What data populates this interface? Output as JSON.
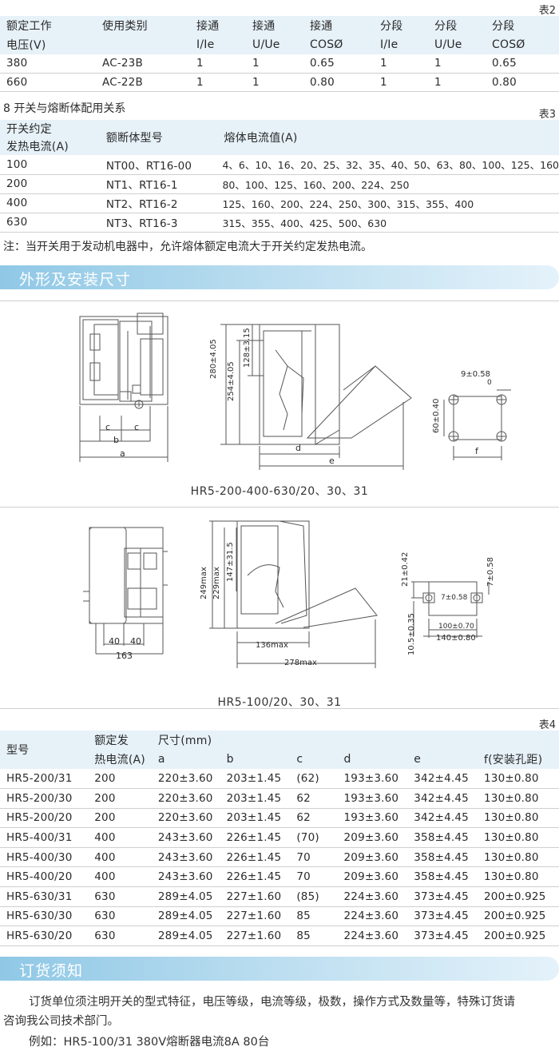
{
  "table2": {
    "tag": "表2",
    "header_top": [
      "额定工作",
      "使用类别",
      "接通",
      "接通",
      "接通",
      "分段",
      "分段",
      "分段"
    ],
    "header_bottom": [
      "电压(V)",
      "",
      "I/Ie",
      "U/Ue",
      "COSØ",
      "I/Ie",
      "U/Ue",
      "COSØ"
    ],
    "rows": [
      [
        "380",
        "AC-23B",
        "1",
        "1",
        "0.65",
        "1",
        "1",
        "0.65"
      ],
      [
        "660",
        "AC-22B",
        "1",
        "1",
        "0.80",
        "1",
        "1",
        "0.80"
      ]
    ]
  },
  "table3": {
    "title": "8 开关与熔断体配用关系",
    "tag": "表3",
    "header": [
      "开关约定",
      "发热电流(A)",
      "额断体型号",
      "熔体电流值(A)"
    ],
    "rows": [
      [
        "100",
        "NT00、RT16-00",
        "4、6、10、16、20、25、32、35、40、50、63、80、100、125、160"
      ],
      [
        "200",
        "NT1、RT16-1",
        "80、100、125、160、200、224、250"
      ],
      [
        "400",
        "NT2、RT16-2",
        "125、160、200、224、250、300、315、355、400"
      ],
      [
        "630",
        "NT3、RT16-3",
        "315、355、400、425、500、630"
      ]
    ],
    "note": "注：当开关用于发动机电器中，允许熔体额定电流大于开关约定发热电流。"
  },
  "section1": {
    "title": "外形及安装尺寸"
  },
  "drawing1": {
    "caption": "HR5-200-400-630/20、30、31",
    "labels": {
      "c1": "c",
      "c2": "c",
      "b": "b",
      "a": "a",
      "h280": "280±4.05",
      "h254": "254±4.05",
      "h128": "128±3.15",
      "d": "d",
      "e": "e",
      "w9": "9±0.58",
      "zero": "0",
      "h60": "60±0.40",
      "f": "f"
    }
  },
  "drawing2": {
    "caption": "HR5-100/20、30、31",
    "labels": {
      "w40a": "40",
      "w40b": "40",
      "w163": "163",
      "h249": "249max",
      "h229": "229max",
      "h147": "147±31.5",
      "w136": "136max",
      "w278": "278max",
      "h21": "21±0.42",
      "h7": "7±0.58",
      "w7": "7±0.58",
      "w100": "100±0.70",
      "w140": "140±0.80",
      "h105": "10.5±0.35"
    }
  },
  "table4": {
    "tag": "表4",
    "header": {
      "model": "型号",
      "rated1": "额定发",
      "rated2": "热电流(A)",
      "size": "尺寸(mm)",
      "cols": [
        "a",
        "b",
        "c",
        "d",
        "e",
        "f(安装孔距)"
      ]
    },
    "rows": [
      [
        "HR5-200/31",
        "200",
        "220±3.60",
        "203±1.45",
        "(62)",
        "193±3.60",
        "342±4.45",
        "130±0.80"
      ],
      [
        "HR5-200/30",
        "200",
        "220±3.60",
        "203±1.45",
        "62",
        "193±3.60",
        "342±4.45",
        "130±0.80"
      ],
      [
        "HR5-200/20",
        "200",
        "220±3.60",
        "203±1.45",
        "62",
        "193±3.60",
        "342±4.45",
        "130±0.80"
      ],
      [
        "HR5-400/31",
        "400",
        "243±3.60",
        "226±1.45",
        "(70)",
        "209±3.60",
        "358±4.45",
        "130±0.80"
      ],
      [
        "HR5-400/30",
        "400",
        "243±3.60",
        "226±1.45",
        "70",
        "209±3.60",
        "358±4.45",
        "130±0.80"
      ],
      [
        "HR5-400/20",
        "400",
        "243±3.60",
        "226±1.45",
        "70",
        "209±3.60",
        "358±4.45",
        "130±0.80"
      ],
      [
        "HR5-630/31",
        "630",
        "289±4.05",
        "227±1.60",
        "(85)",
        "224±3.60",
        "373±4.45",
        "200±0.925"
      ],
      [
        "HR5-630/30",
        "630",
        "289±4.05",
        "227±1.60",
        "85",
        "224±3.60",
        "373±4.45",
        "200±0.925"
      ],
      [
        "HR5-630/20",
        "630",
        "289±4.05",
        "227±1.60",
        "85",
        "224±3.60",
        "373±4.45",
        "200±0.925"
      ]
    ]
  },
  "section2": {
    "title": "订货须知"
  },
  "ordering": {
    "line1": "订货单位须注明开关的型式特征，电压等级，电流等级，极数，操作方式及数量等，特殊订货请",
    "line2": "咨询我公司技术部门。",
    "example": "例如：HR5-100/31 380V熔断器电流8A 80台"
  }
}
